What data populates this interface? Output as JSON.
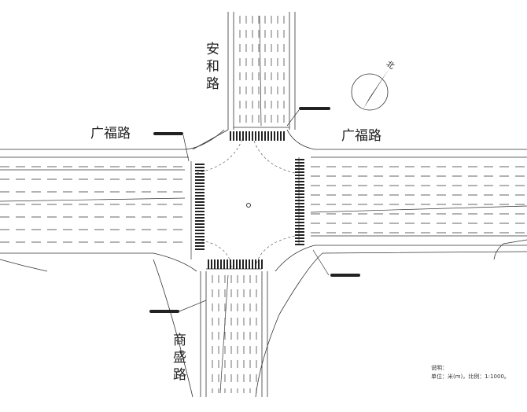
{
  "roads": {
    "north": "安和路",
    "west": "广福路",
    "east": "广福路",
    "south": "商盛路"
  },
  "north_arrow": {
    "label": "北"
  },
  "notes": {
    "title": "说明：",
    "line1": "单位：米(m)，比例：1:1000。"
  },
  "colors": {
    "line": "#222222",
    "background": "#ffffff"
  }
}
